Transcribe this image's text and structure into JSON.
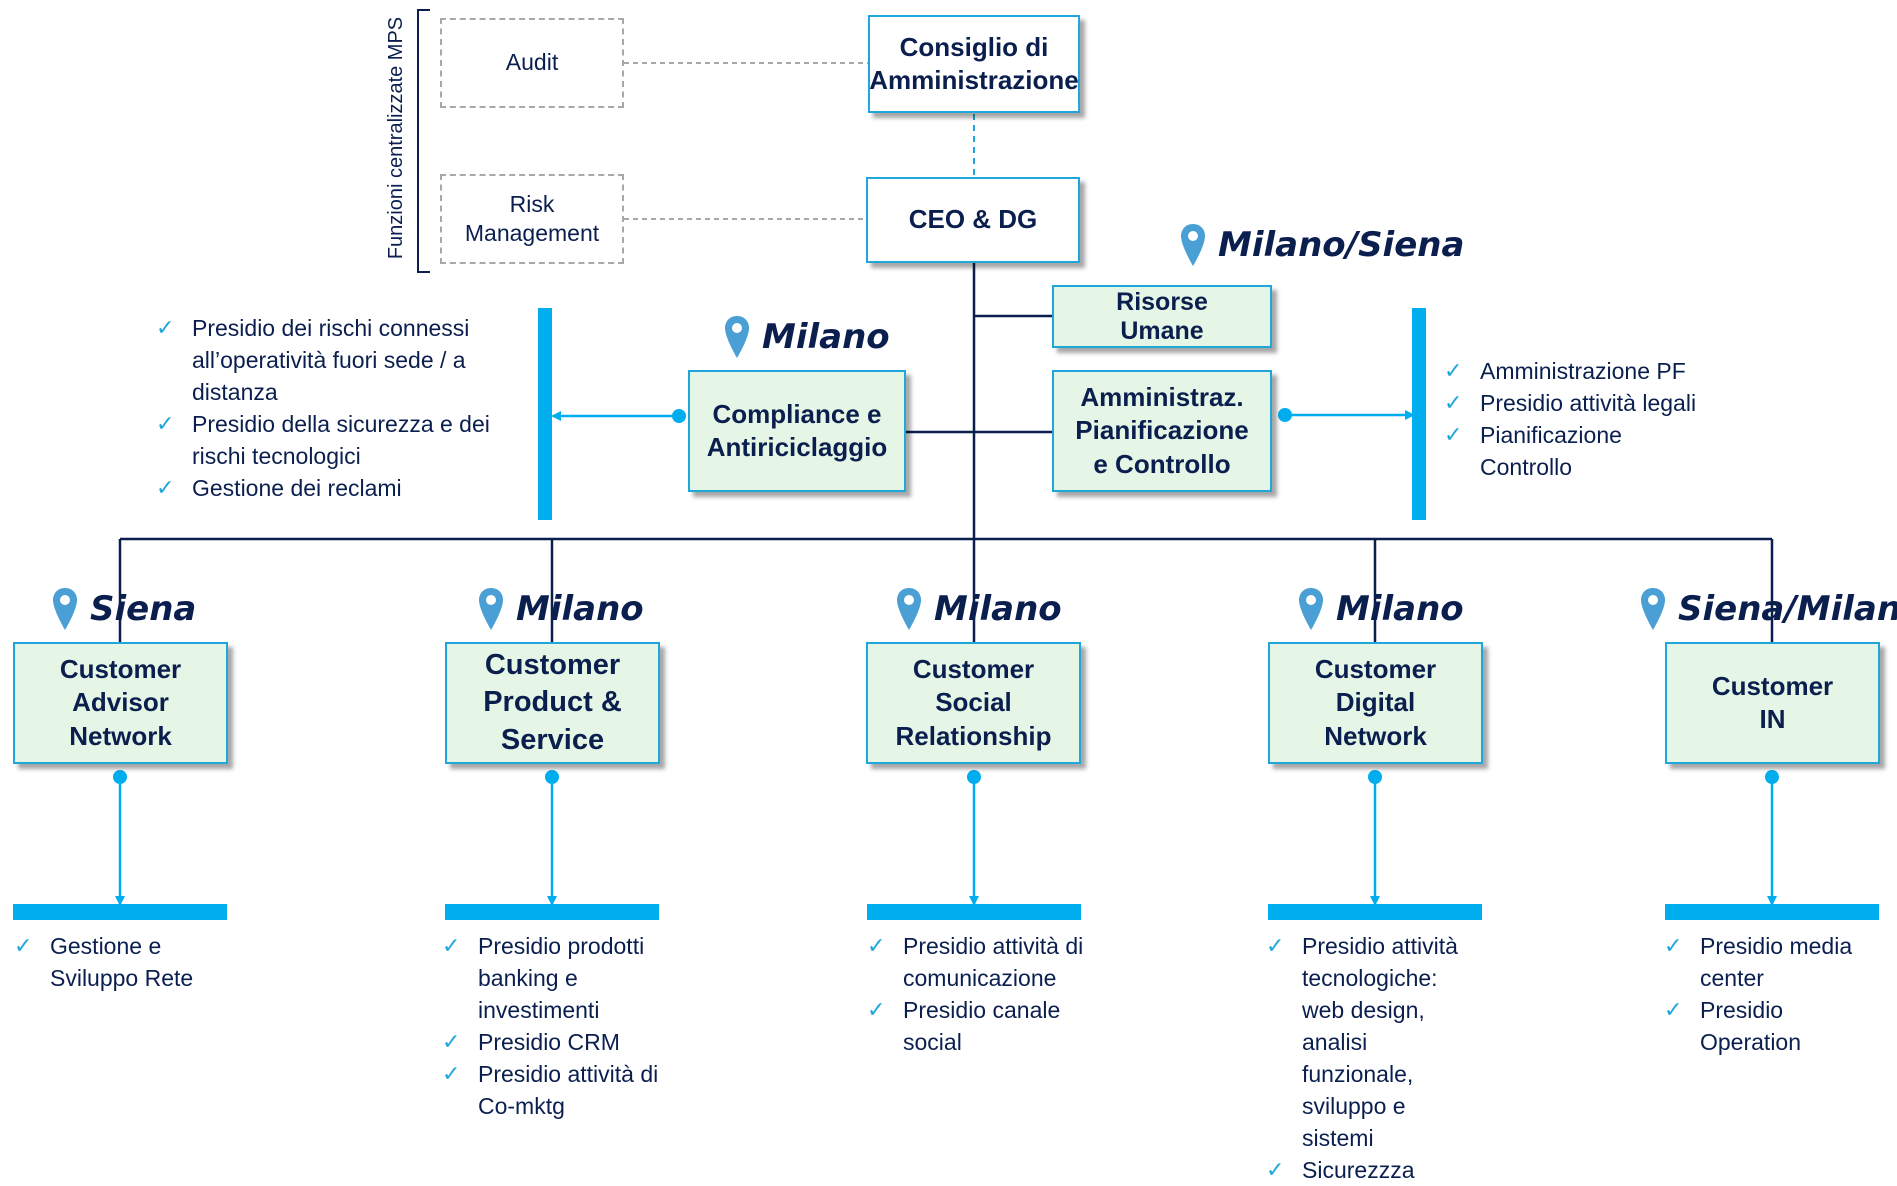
{
  "side_label": "Funzioni centralizzate MPS",
  "top": {
    "audit": "Audit",
    "risk": "Risk\nManagement",
    "board": "Consiglio di\nAmministrazione",
    "ceo": "CEO & DG"
  },
  "staff": {
    "hr_location": "Milano/Siena",
    "hr": "Risorse\nUmane",
    "compliance_location": "Milano",
    "compliance": "Compliance e\nAntiriciclaggio",
    "apc": "Amministraz.\nPianificazione\ne Controllo",
    "compliance_duties": [
      "Presidio dei rischi connessi all’operatività fuori sede / a distanza",
      "Presidio della sicurezza e dei rischi tecnologici",
      "Gestione dei reclami"
    ],
    "apc_duties": [
      "Amministrazione PF",
      "Presidio attività legali",
      "Pianificazione Controllo"
    ]
  },
  "divisions": [
    {
      "location": "Siena",
      "name": "Customer\nAdvisor\nNetwork",
      "duties": [
        "Gestione e Sviluppo Rete"
      ]
    },
    {
      "location": "Milano",
      "name": "Customer\nProduct &\nService",
      "duties": [
        "Presidio prodotti banking e investimenti",
        "Presidio CRM",
        "Presidio attività di Co-mktg"
      ]
    },
    {
      "location": "Milano",
      "name": "Customer\nSocial\nRelationship",
      "duties": [
        "Presidio attività di comunicazione",
        "Presidio canale social"
      ]
    },
    {
      "location": "Milano",
      "name": "Customer\nDigital\nNetwork",
      "duties": [
        "Presidio attività tecnologiche: web design, analisi funzionale, sviluppo e sistemi",
        "Sicurezzza"
      ]
    },
    {
      "location": "Siena/Milano",
      "name": "Customer\nIN",
      "duties": [
        "Presidio media center",
        "Presidio Operation"
      ]
    }
  ],
  "icons": {
    "location": "map-pin-icon",
    "check": "checkmark-icon"
  },
  "colors": {
    "accent": "#00aeef",
    "box_border": "#1fa7dc",
    "box_fill": "#e6f6e6",
    "text": "#0b1f4f",
    "connector": "#0b1f4f"
  }
}
